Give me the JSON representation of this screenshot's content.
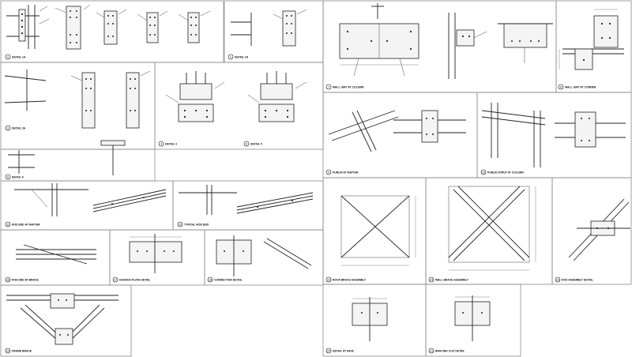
{
  "sheet": {
    "background": "#ffffff",
    "line_color": "#222222"
  },
  "details": [
    {
      "id": "d1",
      "number": "1",
      "title": "DETAIL 1A"
    },
    {
      "id": "d2",
      "number": "2",
      "title": "DETAIL 2A"
    },
    {
      "id": "d3",
      "number": "3",
      "title": "DETAIL 3A"
    },
    {
      "id": "d4",
      "number": "4",
      "title": "DETAIL 4"
    },
    {
      "id": "d5",
      "number": "5",
      "title": "DETAIL 5"
    },
    {
      "id": "d6",
      "number": "6",
      "title": "DETAIL 6"
    },
    {
      "id": "d7",
      "number": "7",
      "title": "WALL GIRT AT COLUMN"
    },
    {
      "id": "d8",
      "number": "8",
      "title": "WALL GIRT AT CORNER"
    },
    {
      "id": "d9",
      "number": "9",
      "title": "PURLIN AT RAFTER"
    },
    {
      "id": "d10",
      "number": "10",
      "title": "PURLIN STRUT AT COLUMN"
    },
    {
      "id": "d11",
      "number": "11",
      "title": "ROD END AT RAFTER"
    },
    {
      "id": "d12",
      "number": "12",
      "title": "TYPICAL ROD END"
    },
    {
      "id": "d13",
      "number": "13",
      "title": "ROOF BRACE ASSEMBLY"
    },
    {
      "id": "d14",
      "number": "14",
      "title": "WALL BRACE ASSEMBLY"
    },
    {
      "id": "d15",
      "number": "15",
      "title": "ROD ASSEMBLY DETAIL"
    },
    {
      "id": "d16",
      "number": "16",
      "title": "ROD END AT BRACE"
    },
    {
      "id": "d17",
      "number": "17",
      "title": "HAUNCH PLATE DETAIL"
    },
    {
      "id": "d18",
      "number": "18",
      "title": "CONNECTION DETAIL"
    },
    {
      "id": "d19",
      "number": "19",
      "title": "FRAME BRACE"
    },
    {
      "id": "d20",
      "number": "20",
      "title": "DETAIL AT EAVE"
    },
    {
      "id": "d21",
      "number": "21",
      "title": "BRACING CLIP DETAIL"
    }
  ]
}
